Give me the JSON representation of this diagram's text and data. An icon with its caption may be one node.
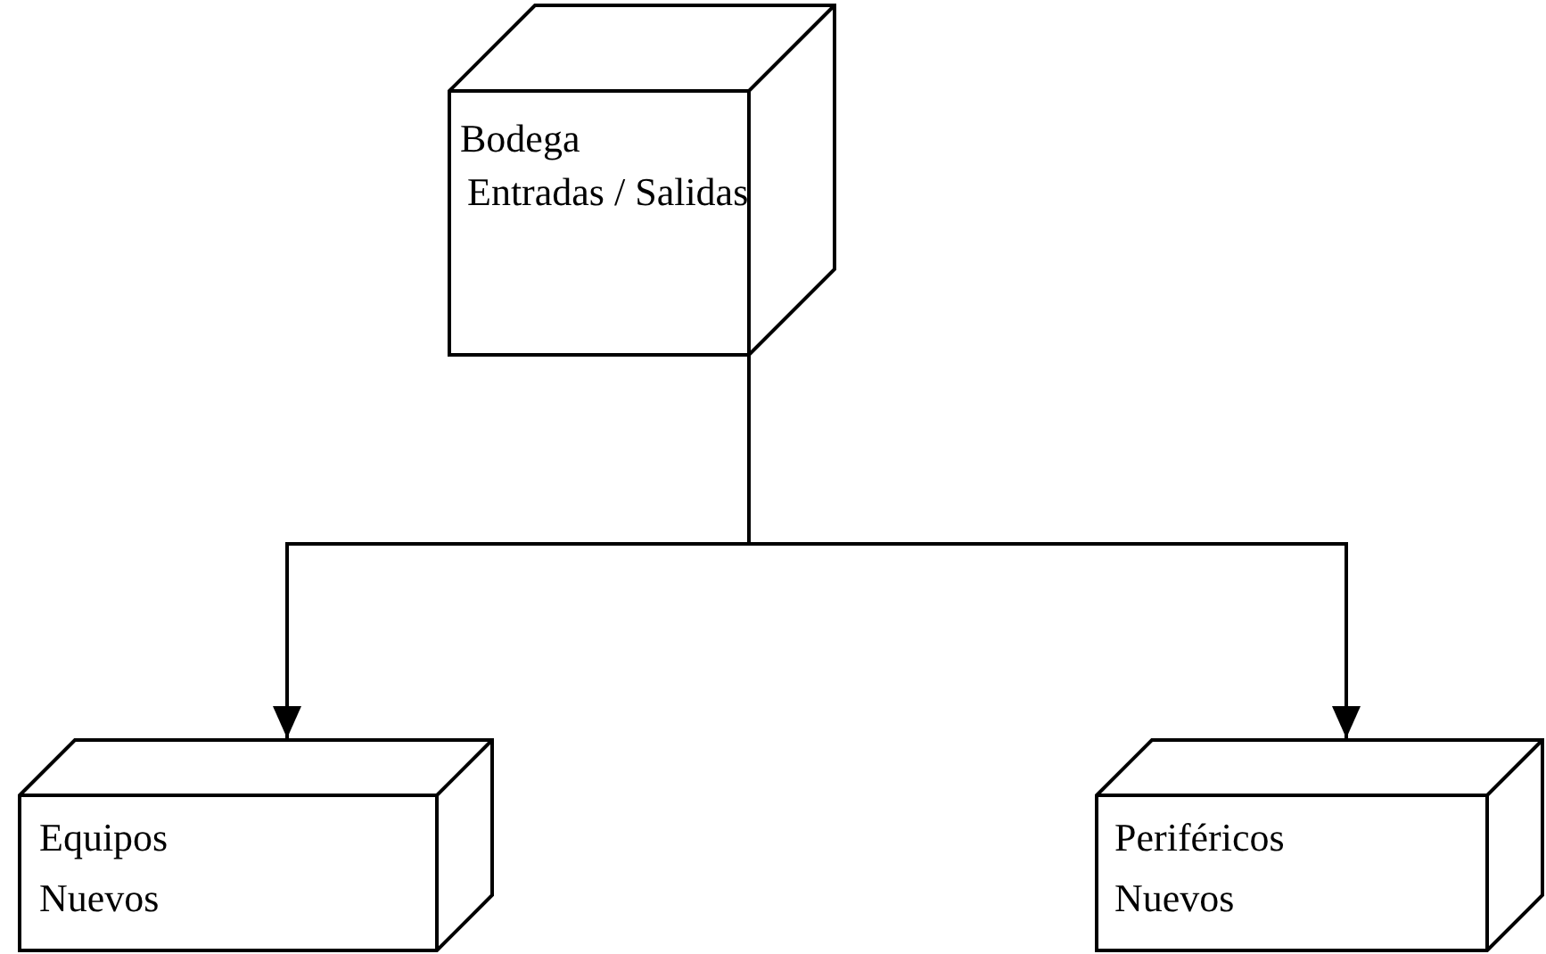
{
  "diagram": {
    "nodes": [
      {
        "text": [
          "Bodega",
          "Entradas / Salidas"
        ]
      },
      {
        "text": [
          "Equipos Nuevos"
        ]
      },
      {
        "text": [
          "Periféricos Nuevos"
        ]
      }
    ],
    "edges": [
      {
        "from": 0,
        "to": 1,
        "arrow": "to"
      },
      {
        "from": 0,
        "to": 2,
        "arrow": "to"
      }
    ]
  }
}
